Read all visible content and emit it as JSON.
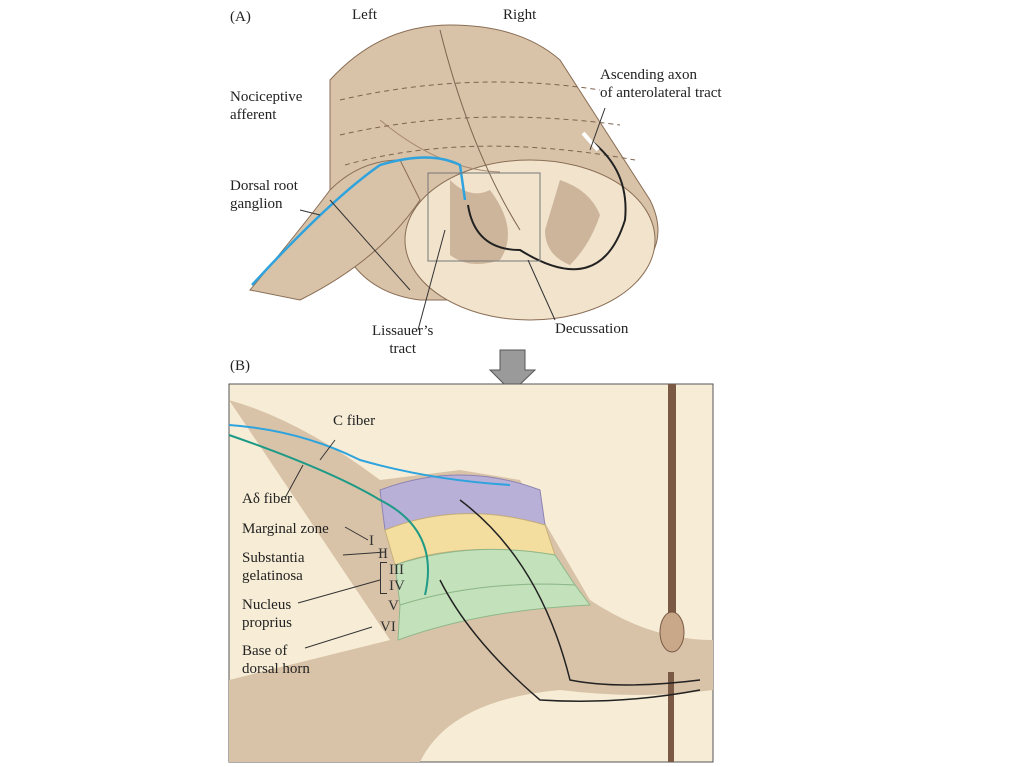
{
  "panel_a": {
    "tag": "(A)",
    "left": "Left",
    "right": "Right",
    "ascending_1": "Ascending axon",
    "ascending_2": "of anterolateral tract",
    "nociceptive_1": "Nociceptive",
    "nociceptive_2": "afferent",
    "drg_1": "Dorsal root",
    "drg_2": "ganglion",
    "lissauer_1": "Lissauer’s",
    "lissauer_2": "tract",
    "decussation": "Decussation"
  },
  "panel_b": {
    "tag": "(B)",
    "c_fiber": "C fiber",
    "ad_fiber": "Aδ fiber",
    "marginal": "Marginal zone",
    "subst_1": "Substantia",
    "subst_2": "gelatinosa",
    "nucleus_1": "Nucleus",
    "nucleus_2": "proprius",
    "base_1": "Base of",
    "base_2": "dorsal horn",
    "laminae": [
      "I",
      "II",
      "III",
      "IV",
      "V",
      "VI"
    ]
  },
  "colors": {
    "c_fiber": "#2ea3dd",
    "ad_fiber": "#1f9a86",
    "lamina_I": "#b9b0d8",
    "lamina_II": "#f3dea0",
    "lamina_III_IV": "#c3e2bb",
    "tissue": "#d9c3a8",
    "background": "#f7edd6"
  }
}
